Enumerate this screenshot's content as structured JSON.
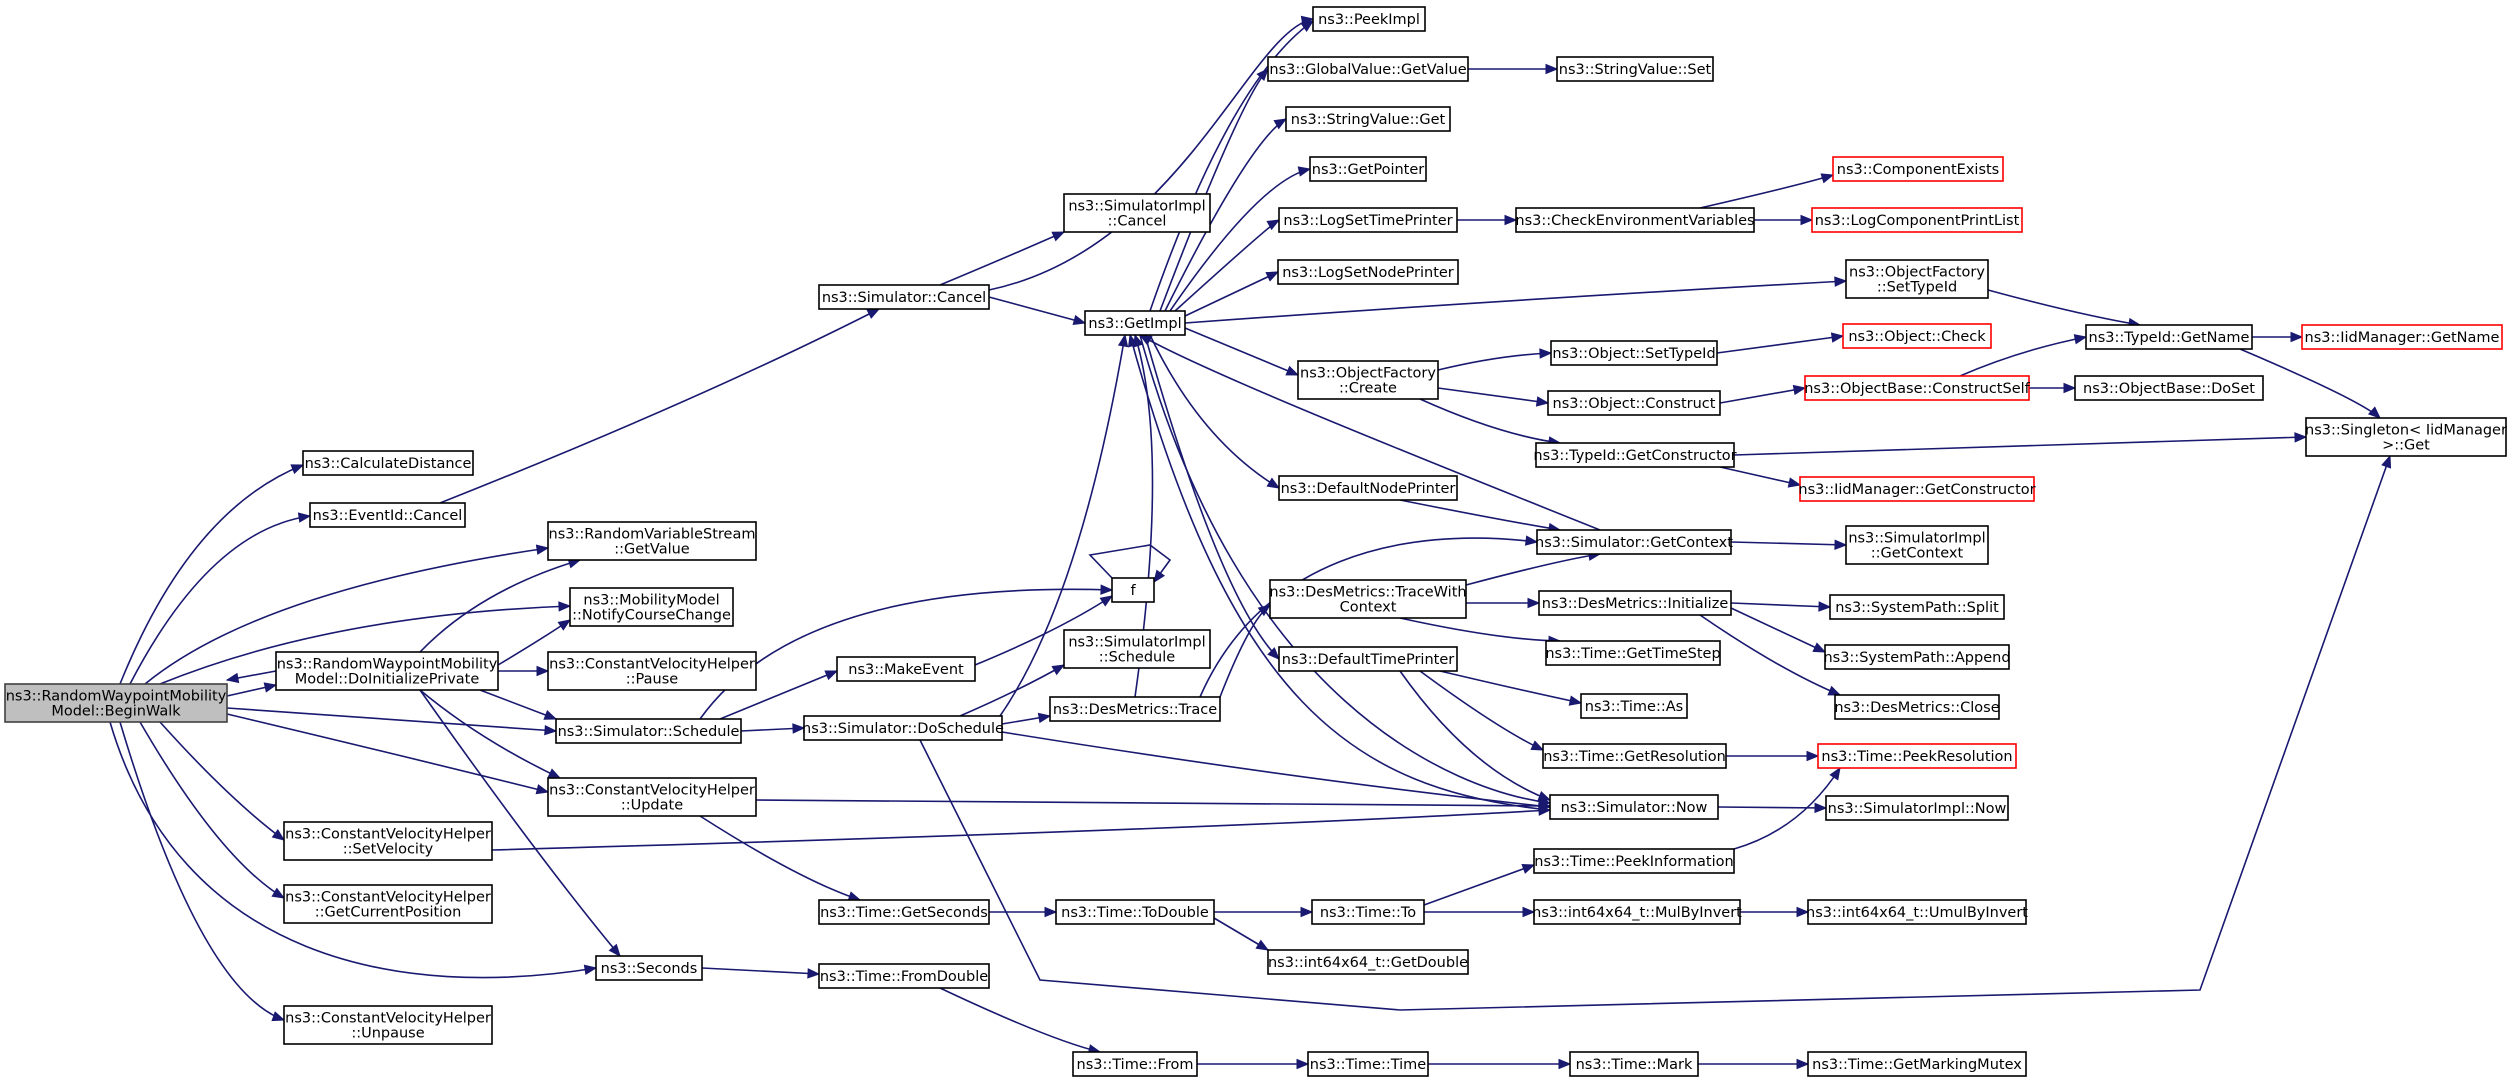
{
  "diagram": {
    "nodes": [
      {
        "id": "root",
        "lines": [
          "ns3::RandomWaypointMobility",
          "Model::BeginWalk"
        ]
      },
      {
        "id": "calcdist",
        "lines": [
          "ns3::CalculateDistance"
        ]
      },
      {
        "id": "evcancel",
        "lines": [
          "ns3::EventId::Cancel"
        ]
      },
      {
        "id": "rvsget",
        "lines": [
          "ns3::RandomVariableStream",
          "::GetValue"
        ]
      },
      {
        "id": "notify",
        "lines": [
          "ns3::MobilityModel",
          "::NotifyCourseChange"
        ]
      },
      {
        "id": "doinit",
        "lines": [
          "ns3::RandomWaypointMobility",
          "Model::DoInitializePrivate"
        ]
      },
      {
        "id": "cvhpause",
        "lines": [
          "ns3::ConstantVelocityHelper",
          "::Pause"
        ]
      },
      {
        "id": "schedule",
        "lines": [
          "ns3::Simulator::Schedule"
        ]
      },
      {
        "id": "update",
        "lines": [
          "ns3::ConstantVelocityHelper",
          "::Update"
        ]
      },
      {
        "id": "setvel",
        "lines": [
          "ns3::ConstantVelocityHelper",
          "::SetVelocity"
        ]
      },
      {
        "id": "getpos",
        "lines": [
          "ns3::ConstantVelocityHelper",
          "::GetCurrentPosition"
        ]
      },
      {
        "id": "unpause",
        "lines": [
          "ns3::ConstantVelocityHelper",
          "::Unpause"
        ]
      },
      {
        "id": "seconds",
        "lines": [
          "ns3::Seconds"
        ]
      },
      {
        "id": "makeevent",
        "lines": [
          "ns3::MakeEvent"
        ]
      },
      {
        "id": "f",
        "lines": [
          "f"
        ]
      },
      {
        "id": "simcancel",
        "lines": [
          "ns3::Simulator::Cancel"
        ]
      },
      {
        "id": "simimplcancel",
        "lines": [
          "ns3::SimulatorImpl",
          "::Cancel"
        ]
      },
      {
        "id": "getimpl",
        "lines": [
          "ns3::GetImpl"
        ]
      },
      {
        "id": "doschedule",
        "lines": [
          "ns3::Simulator::DoSchedule"
        ]
      },
      {
        "id": "simimplsched",
        "lines": [
          "ns3::SimulatorImpl",
          "::Schedule"
        ]
      },
      {
        "id": "desmtrace",
        "lines": [
          "ns3::DesMetrics::Trace"
        ]
      },
      {
        "id": "getsecs",
        "lines": [
          "ns3::Time::GetSeconds"
        ]
      },
      {
        "id": "fromdouble",
        "lines": [
          "ns3::Time::FromDouble"
        ]
      },
      {
        "id": "todouble",
        "lines": [
          "ns3::Time::ToDouble"
        ]
      },
      {
        "id": "timefrom",
        "lines": [
          "ns3::Time::From"
        ]
      },
      {
        "id": "peekimpl",
        "lines": [
          "ns3::PeekImpl"
        ]
      },
      {
        "id": "gvget",
        "lines": [
          "ns3::GlobalValue::GetValue"
        ]
      },
      {
        "id": "svget",
        "lines": [
          "ns3::StringValue::Get"
        ]
      },
      {
        "id": "getptr",
        "lines": [
          "ns3::GetPointer"
        ]
      },
      {
        "id": "logtime",
        "lines": [
          "ns3::LogSetTimePrinter"
        ]
      },
      {
        "id": "lognode",
        "lines": [
          "ns3::LogSetNodePrinter"
        ]
      },
      {
        "id": "ofcreate",
        "lines": [
          "ns3::ObjectFactory",
          "::Create"
        ]
      },
      {
        "id": "defnode",
        "lines": [
          "ns3::DefaultNodePrinter"
        ]
      },
      {
        "id": "desmtwc",
        "lines": [
          "ns3::DesMetrics::TraceWith",
          "Context"
        ]
      },
      {
        "id": "deftime",
        "lines": [
          "ns3::DefaultTimePrinter"
        ]
      },
      {
        "id": "timeto",
        "lines": [
          "ns3::Time::To"
        ]
      },
      {
        "id": "getdouble",
        "lines": [
          "ns3::int64x64_t::GetDouble"
        ]
      },
      {
        "id": "timetime",
        "lines": [
          "ns3::Time::Time"
        ]
      },
      {
        "id": "svset",
        "lines": [
          "ns3::StringValue::Set"
        ]
      },
      {
        "id": "checkenv",
        "lines": [
          "ns3::CheckEnvironmentVariables"
        ]
      },
      {
        "id": "objsettid",
        "lines": [
          "ns3::Object::SetTypeId"
        ]
      },
      {
        "id": "objconstruct",
        "lines": [
          "ns3::Object::Construct"
        ]
      },
      {
        "id": "tidgetctor",
        "lines": [
          "ns3::TypeId::GetConstructor"
        ]
      },
      {
        "id": "simgetctx",
        "lines": [
          "ns3::Simulator::GetContext"
        ]
      },
      {
        "id": "desminit",
        "lines": [
          "ns3::DesMetrics::Initialize"
        ]
      },
      {
        "id": "gettimestep",
        "lines": [
          "ns3::Time::GetTimeStep"
        ]
      },
      {
        "id": "timeas",
        "lines": [
          "ns3::Time::As"
        ]
      },
      {
        "id": "getres",
        "lines": [
          "ns3::Time::GetResolution"
        ]
      },
      {
        "id": "simnow",
        "lines": [
          "ns3::Simulator::Now"
        ]
      },
      {
        "id": "peekinfo",
        "lines": [
          "ns3::Time::PeekInformation"
        ]
      },
      {
        "id": "mulbyinv",
        "lines": [
          "ns3::int64x64_t::MulByInvert"
        ]
      },
      {
        "id": "timemark",
        "lines": [
          "ns3::Time::Mark"
        ]
      },
      {
        "id": "compexists",
        "lines": [
          "ns3::ComponentExists"
        ],
        "external": true
      },
      {
        "id": "logcomplist",
        "lines": [
          "ns3::LogComponentPrintList"
        ],
        "external": true
      },
      {
        "id": "ofsettid",
        "lines": [
          "ns3::ObjectFactory",
          "::SetTypeId"
        ]
      },
      {
        "id": "objcheck",
        "lines": [
          "ns3::Object::Check"
        ],
        "external": true
      },
      {
        "id": "constructself",
        "lines": [
          "ns3::ObjectBase::ConstructSelf"
        ],
        "external": true
      },
      {
        "id": "iidgetctor",
        "lines": [
          "ns3::IidManager::GetConstructor"
        ],
        "external": true
      },
      {
        "id": "simimplgetctx",
        "lines": [
          "ns3::SimulatorImpl",
          "::GetContext"
        ]
      },
      {
        "id": "split",
        "lines": [
          "ns3::SystemPath::Split"
        ]
      },
      {
        "id": "append",
        "lines": [
          "ns3::SystemPath::Append"
        ]
      },
      {
        "id": "desmclose",
        "lines": [
          "ns3::DesMetrics::Close"
        ]
      },
      {
        "id": "peekres",
        "lines": [
          "ns3::Time::PeekResolution"
        ],
        "external": true
      },
      {
        "id": "simimplnow",
        "lines": [
          "ns3::SimulatorImpl::Now"
        ]
      },
      {
        "id": "umulbyinv",
        "lines": [
          "ns3::int64x64_t::UmulByInvert"
        ]
      },
      {
        "id": "getmarkmutex",
        "lines": [
          "ns3::Time::GetMarkingMutex"
        ]
      },
      {
        "id": "tidgetname",
        "lines": [
          "ns3::TypeId::GetName"
        ]
      },
      {
        "id": "dosset",
        "lines": [
          "ns3::ObjectBase::DoSet"
        ]
      },
      {
        "id": "iidgetname",
        "lines": [
          "ns3::IidManager::GetName"
        ],
        "external": true
      },
      {
        "id": "singleton",
        "lines": [
          "ns3::Singleton< IidManager",
          ">::Get"
        ]
      }
    ]
  }
}
